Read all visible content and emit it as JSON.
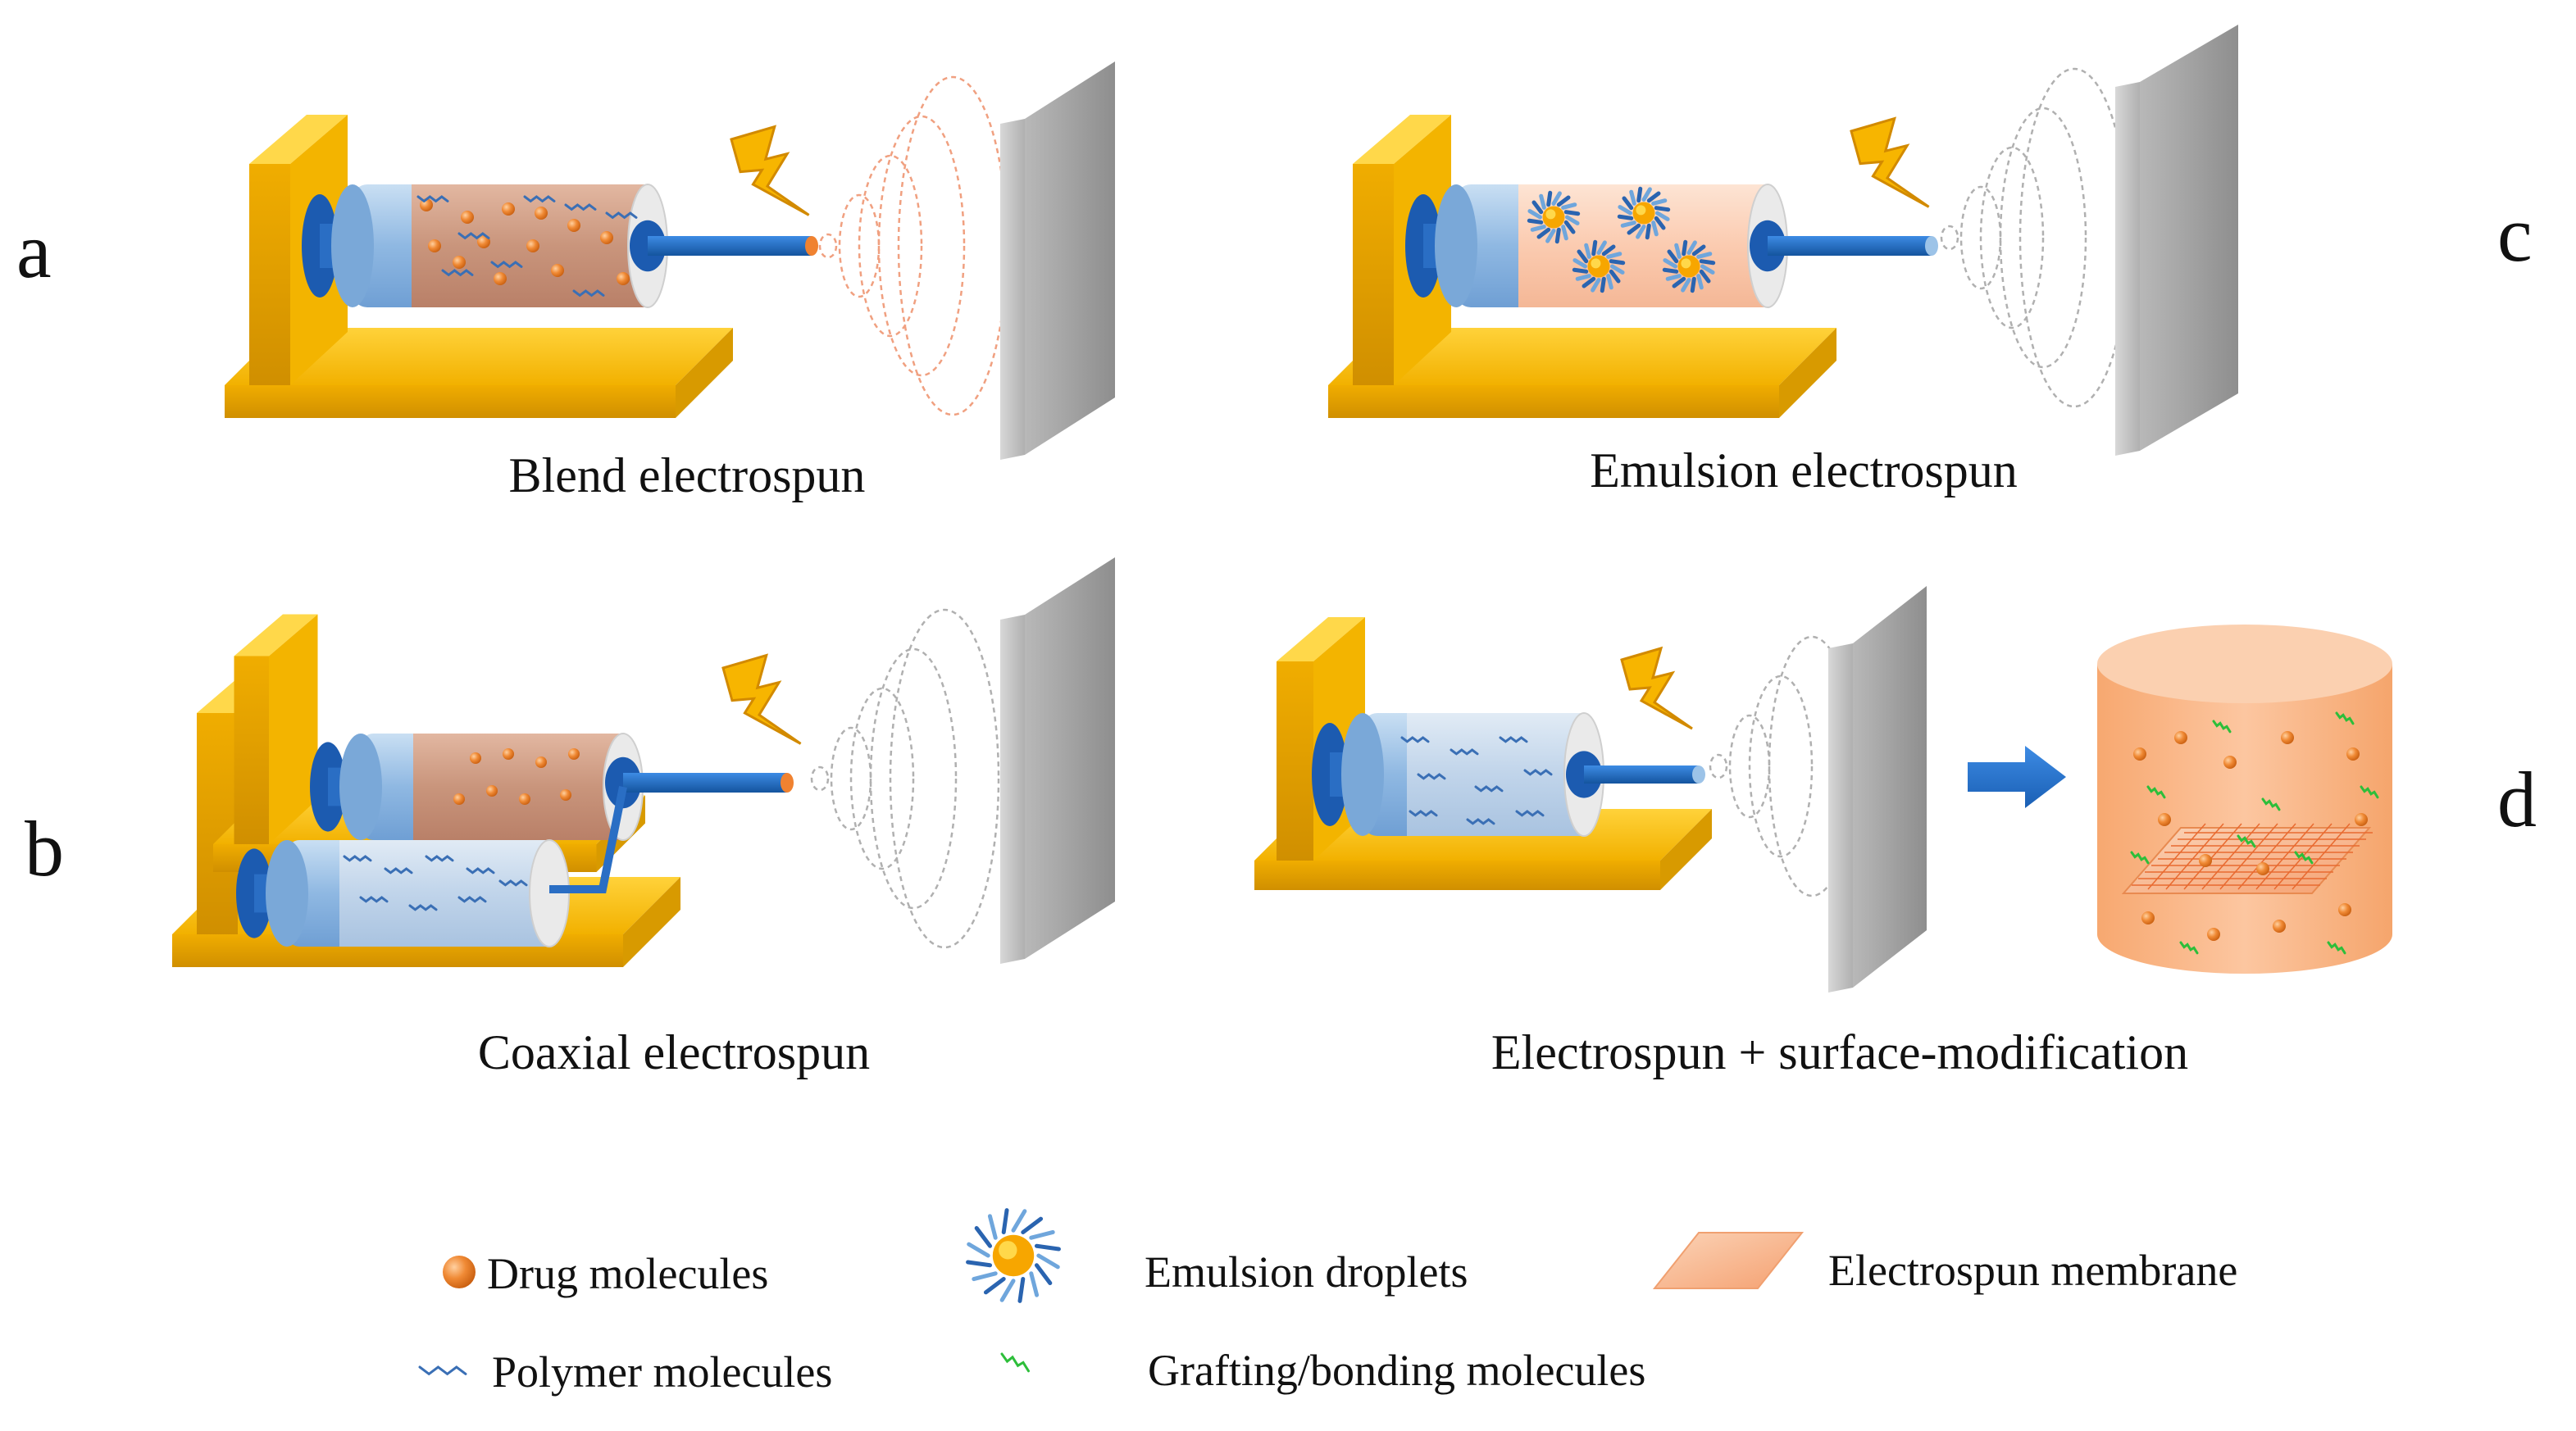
{
  "panels": {
    "a": {
      "letter": "a",
      "caption": "Blend electrospun"
    },
    "b": {
      "letter": "b",
      "caption": "Coaxial electrospun"
    },
    "c": {
      "letter": "c",
      "caption": "Emulsion electrospun"
    },
    "d": {
      "letter": "d",
      "caption": "Electrospun + surface-modification"
    }
  },
  "legend": {
    "drug": "Drug molecules",
    "polymer": "Polymer molecules",
    "emulsion": "Emulsion droplets",
    "grafting": "Grafting/bonding molecules",
    "membrane": "Electrospun membrane"
  },
  "colors": {
    "stand": "#f5b800",
    "stand_dark": "#d89a00",
    "needle": "#1f6fd1",
    "syringe_blue": "#9cc3e8",
    "fluid_brown": "#cc9c84",
    "fluid_peach": "#fcd2b8",
    "fluid_lightblue": "#c3d6ea",
    "drug": "#f08230",
    "polymer": "#3a6fb5",
    "grafting": "#2dbe3a",
    "collector": "#b8b8b8",
    "jet_orange": "#f0a080",
    "jet_gray": "#b0b0b0",
    "bath": "#f9b88c"
  }
}
